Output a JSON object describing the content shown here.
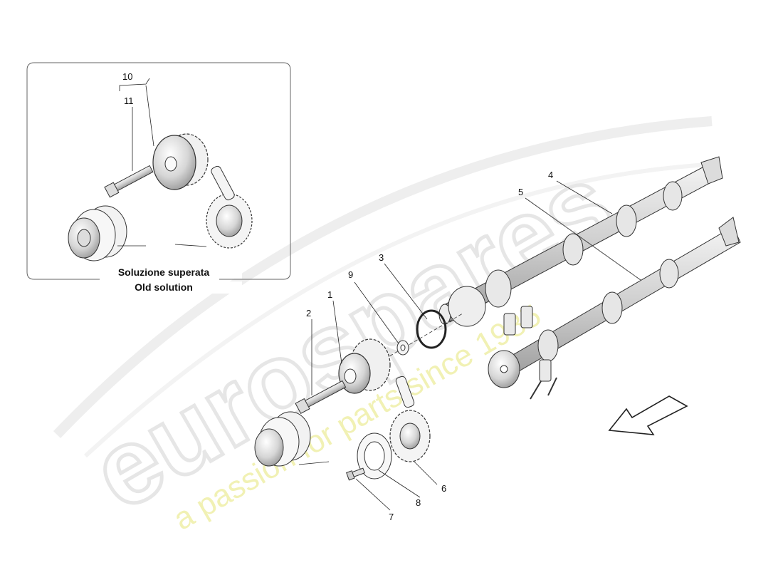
{
  "inset": {
    "caption_it": "Soluzione superata",
    "caption_en": "Old solution"
  },
  "callouts": [
    "1",
    "2",
    "3",
    "4",
    "5",
    "6",
    "7",
    "8",
    "9",
    "10",
    "11"
  ],
  "watermark": {
    "brand": "eurospares",
    "tagline": "a passion for parts since 1985"
  },
  "colors": {
    "line": "#222222",
    "watermark_brand": "#e6e6e6",
    "watermark_tagline": "#f1f1b4"
  }
}
